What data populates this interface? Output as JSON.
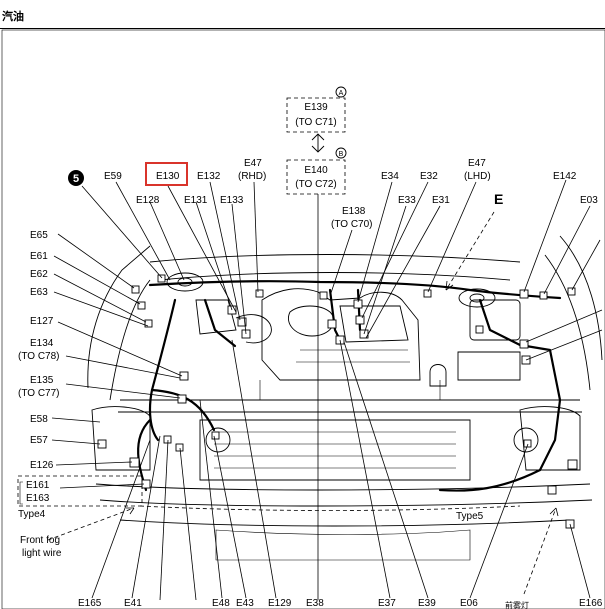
{
  "header": {
    "title": "汽油"
  },
  "callout": {
    "circled_number": "5",
    "highlight_color": "#d9342b",
    "highlighted": "E130"
  },
  "boxes": {
    "upper": {
      "line1": "E139",
      "line2": "(TO C71)",
      "badge": "A"
    },
    "lower": {
      "line1": "E140",
      "line2": "(TO C72)",
      "badge": "B"
    },
    "left_group": {
      "line1": "E161",
      "line2": "E163"
    }
  },
  "labels": {
    "top_row": [
      "E59",
      "E130",
      "E132",
      "E34",
      "E32",
      "E142"
    ],
    "e47_rhd": {
      "code": "E47",
      "note": "(RHD)"
    },
    "e47_lhd": {
      "code": "E47",
      "note": "(LHD)"
    },
    "second_row": [
      "E128",
      "E131",
      "E133",
      "E33",
      "E31",
      "E03"
    ],
    "e138": {
      "code": "E138",
      "note": "(TO C70)"
    },
    "view_letter": "E",
    "left_column": [
      "E65",
      "E61",
      "E62",
      "E63",
      "E127",
      "E58",
      "E57",
      "E126"
    ],
    "e134": {
      "code": "E134",
      "note": "(TO C78)"
    },
    "e135": {
      "code": "E135",
      "note": "(TO C77)"
    },
    "type4": "Type4",
    "type5": "Type5",
    "fog": {
      "line1": "Front fog",
      "line2": "light wire"
    },
    "bottom_row": [
      "E165",
      "E41",
      "E48",
      "E43",
      "E129",
      "E38",
      "E37",
      "E39",
      "E06",
      "E166"
    ],
    "bottom_note": "前雾灯"
  }
}
